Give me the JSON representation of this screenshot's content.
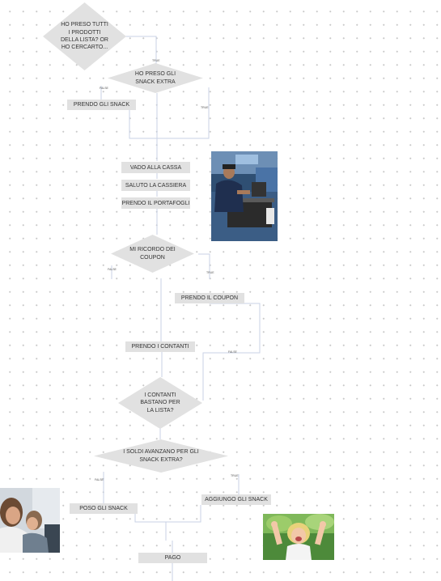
{
  "flowchart": {
    "decisions": {
      "all_products": "HO PRESO TUTTI\nI PRODOTTI\nDELLA LISTA? OR\nHO CERCARTO...",
      "extra_snacks": "HO PRESO GLI\nSNACK EXTRA",
      "coupons": "MI RICORDO DEI\nCOUPON",
      "cash_enough": "I CONTANTI\nBASTANO PER\nLA LISTA?",
      "money_left": "I SOLDI AVANZANO PER GLI\nSNACK EXTRA?"
    },
    "steps": {
      "take_snacks": "PRENDO GLI SNACK",
      "go_checkout": "VADO ALLA CASSA",
      "greet_cashier": "SALUTO LA CASSIERA",
      "take_wallet": "PRENDO IL PORTAFOGLI",
      "take_coupon": "PRENDO IL COUPON",
      "take_cash": "PRENDO I CONTANTI",
      "put_back_snacks": "POSO GLI SNACK",
      "add_snacks": "AGGIUNGO GLI SNACK",
      "pay": "PAGO"
    },
    "edge_labels": {
      "e1": "TRUE",
      "e2": "FALSE",
      "e3": "TRUE",
      "e4": "FALSE",
      "e5": "TRUE",
      "e6": "FALSE",
      "e7": "FALSE",
      "e8": "TRUE"
    }
  },
  "colors": {
    "step_fill": "#e1e1e1",
    "connector": "#c8d2e6"
  },
  "photos": {
    "cashier": "cashier-photo",
    "laughing_women": "laughing-women-photo",
    "happy_child": "happy-child-photo"
  }
}
